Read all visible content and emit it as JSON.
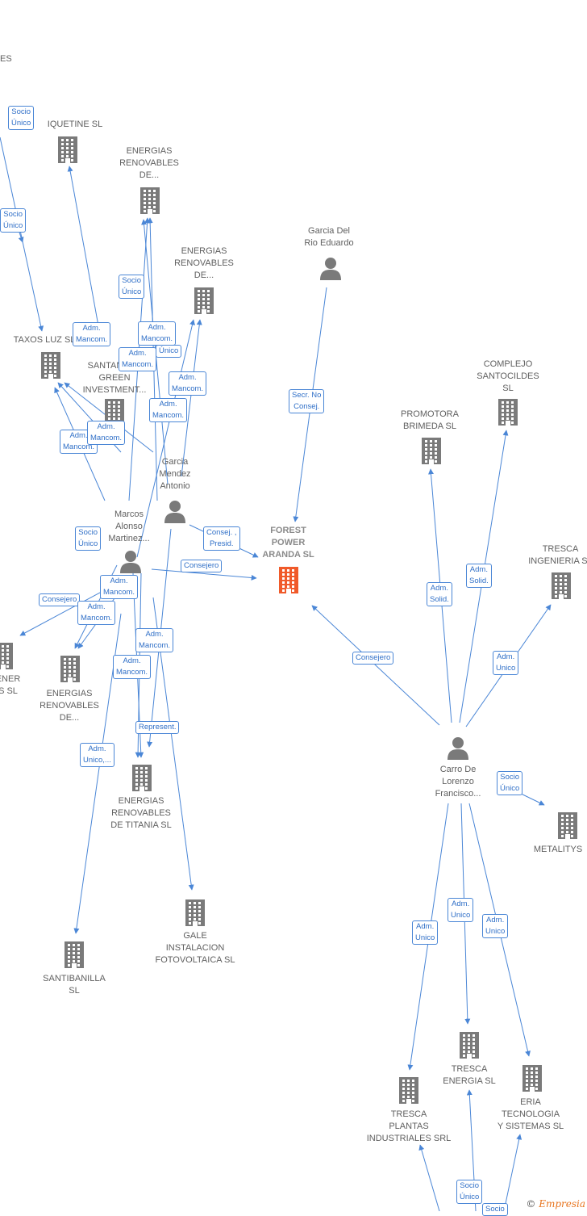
{
  "colors": {
    "edge": "#4a86d6",
    "node": "#7a7a7a",
    "focal": "#f05a2a",
    "badge_text": "#2f6fc7"
  },
  "focal": {
    "name": "FOREST\nPOWER\nARANDA SL"
  },
  "companies": [
    {
      "id": "iquetine",
      "name": "IQUETINE SL"
    },
    {
      "id": "er1",
      "name": "ENERGIAS\nRENOVABLES\nDE..."
    },
    {
      "id": "er2",
      "name": "ENERGIAS\nRENOVABLES\nDE..."
    },
    {
      "id": "taxos",
      "name": "TAXOS LUZ SL"
    },
    {
      "id": "santander",
      "name": "SANTANDER\nGREEN\nINVESTMENT..."
    },
    {
      "id": "er3",
      "name": "ENERGIAS\nRENOVABLES\nDE..."
    },
    {
      "id": "titania",
      "name": "ENERGIAS\nRENOVABLES\nDE TITANIA SL"
    },
    {
      "id": "gale",
      "name": "GALE\nINSTALACION\nFOTOVOLTAICA SL"
    },
    {
      "id": "santibanilla",
      "name": "SANTIBANILLA\nSL"
    },
    {
      "id": "left",
      "name": "ENER\nS SL"
    },
    {
      "id": "promotora",
      "name": "PROMOTORA\nBRIMEDA SL"
    },
    {
      "id": "complejo",
      "name": "COMPLEJO\nSANTOCILDES\nSL"
    },
    {
      "id": "tresca_ing",
      "name": "TRESCA\nINGENIERIA SL"
    },
    {
      "id": "metalitys",
      "name": "METALITYS"
    },
    {
      "id": "tresca_plantas",
      "name": "TRESCA\nPLANTAS\nINDUSTRIALES SRL"
    },
    {
      "id": "tresca_energia",
      "name": "TRESCA\nENERGIA SL"
    },
    {
      "id": "eria",
      "name": "ERIA\nTECNOLOGIA\nY SISTEMAS SL"
    }
  ],
  "people": [
    {
      "id": "garcia_rio",
      "name": "Garcia Del\nRio Eduardo"
    },
    {
      "id": "garcia_mendez",
      "name": "Garcia\nMendez\nAntonio"
    },
    {
      "id": "marcos",
      "name": "Marcos\nAlonso\nMartinez..."
    },
    {
      "id": "carro",
      "name": "Carro De\nLorenzo\nFrancisco..."
    }
  ],
  "top_fragment": "ES",
  "badges": [
    {
      "id": "b1",
      "text": "Socio\nÚnico"
    },
    {
      "id": "b2",
      "text": "Socio\nÚnico"
    },
    {
      "id": "b3",
      "text": "Socio\nÚnico"
    },
    {
      "id": "b4",
      "text": "Adm.\nMancom."
    },
    {
      "id": "b5",
      "text": "Adm.\nMancom."
    },
    {
      "id": "b5b",
      "text": "Único"
    },
    {
      "id": "b6",
      "text": "Adm.\nMancom."
    },
    {
      "id": "b7",
      "text": "Adm.\nMancom."
    },
    {
      "id": "b8",
      "text": "Adm.\nMancom."
    },
    {
      "id": "b9",
      "text": "Adm.\nMancom."
    },
    {
      "id": "b10",
      "text": "Adm.\nMancom."
    },
    {
      "id": "b11",
      "text": "Secr. No\nConsej."
    },
    {
      "id": "b12",
      "text": "Consej. ,\nPresid."
    },
    {
      "id": "b13",
      "text": "Consejero"
    },
    {
      "id": "b14",
      "text": "Socio\nÚnico"
    },
    {
      "id": "b15",
      "text": "Consejero"
    },
    {
      "id": "b16",
      "text": "Adm.\nMancom."
    },
    {
      "id": "b17",
      "text": "Adm.\nMancom."
    },
    {
      "id": "b18",
      "text": "Adm.\nMancom."
    },
    {
      "id": "b19",
      "text": "Adm.\nMancom."
    },
    {
      "id": "b20",
      "text": "Represent."
    },
    {
      "id": "b21",
      "text": "Adm.\nUnico,..."
    },
    {
      "id": "b22",
      "text": "Consejero"
    },
    {
      "id": "b23",
      "text": "Adm.\nSolid."
    },
    {
      "id": "b24",
      "text": "Adm.\nSolid."
    },
    {
      "id": "b25",
      "text": "Adm.\nUnico"
    },
    {
      "id": "b26",
      "text": "Socio\nÚnico"
    },
    {
      "id": "b27",
      "text": "Adm.\nUnico"
    },
    {
      "id": "b28",
      "text": "Adm.\nUnico"
    },
    {
      "id": "b29",
      "text": "Adm.\nUnico"
    },
    {
      "id": "b30",
      "text": "Socio\nÚnico"
    },
    {
      "id": "b31",
      "text": "Socio"
    }
  ],
  "watermark": {
    "symbol": "©",
    "brand": "Empresia"
  }
}
